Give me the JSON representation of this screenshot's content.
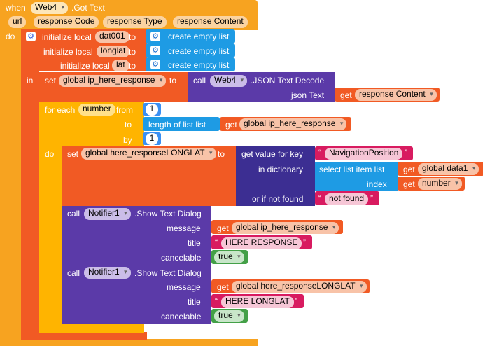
{
  "event": {
    "when": "when",
    "component": "Web4",
    "event_name": ".Got Text",
    "params": [
      "url",
      "response Code",
      "response Type",
      "response Content"
    ],
    "do": "do"
  },
  "init_local": {
    "label": "initialize local",
    "to": "to",
    "in": "in",
    "vars": [
      {
        "name": "dat001",
        "value": "create empty list"
      },
      {
        "name": "longlat",
        "value": "create empty list"
      },
      {
        "name": "lat",
        "value": "create empty list"
      }
    ]
  },
  "set1": {
    "set": "set",
    "var": "global ip_here_response",
    "to": "to",
    "call": "call",
    "component": "Web4",
    "method": ".JSON Text Decode",
    "arg_label": "json Text",
    "get": "get",
    "arg_value": "response Content"
  },
  "for_each": {
    "label": "for each",
    "var": "number",
    "from": "from",
    "from_value": "1",
    "to": "to",
    "length_label": "length of list  list",
    "get": "get",
    "list_var": "global ip_here_response",
    "by": "by",
    "by_value": "1",
    "do": "do"
  },
  "set2": {
    "set": "set",
    "var": "global here_responseLONGLAT",
    "to": "to",
    "get_value_label": "get value for key",
    "key": "NavigationPosition",
    "in_dictionary": "in dictionary",
    "select_label": "select list item  list",
    "get": "get",
    "list_var": "global data1",
    "index": "index",
    "index_var": "number",
    "not_found_label": "or if not found",
    "not_found_value": "not found"
  },
  "dialog1": {
    "call": "call",
    "component": "Notifier1",
    "method": ".Show Text Dialog",
    "message": "message",
    "get": "get",
    "message_var": "global ip_here_response",
    "title": "title",
    "title_value": "HERE RESPONSE",
    "cancelable": "cancelable",
    "cancelable_value": "true"
  },
  "dialog2": {
    "call": "call",
    "component": "Notifier1",
    "method": ".Show Text Dialog",
    "message": "message",
    "get": "get",
    "message_var": "global here_responseLONGLAT",
    "title": "title",
    "title_value": "HERE LONGLAT",
    "cancelable": "cancelable",
    "cancelable_value": "true"
  },
  "icons": [
    "gear-icon",
    "dropdown-icon",
    "quote-icon"
  ],
  "colors": {
    "event": "#f7a320",
    "variables": "#f15a24",
    "control": "#ffb400",
    "components": "#5b3aa8",
    "dictionary": "#3c2e92",
    "lists": "#1e9be4",
    "math": "#3a8ff2",
    "text": "#d81b60",
    "logic": "#43a047"
  }
}
